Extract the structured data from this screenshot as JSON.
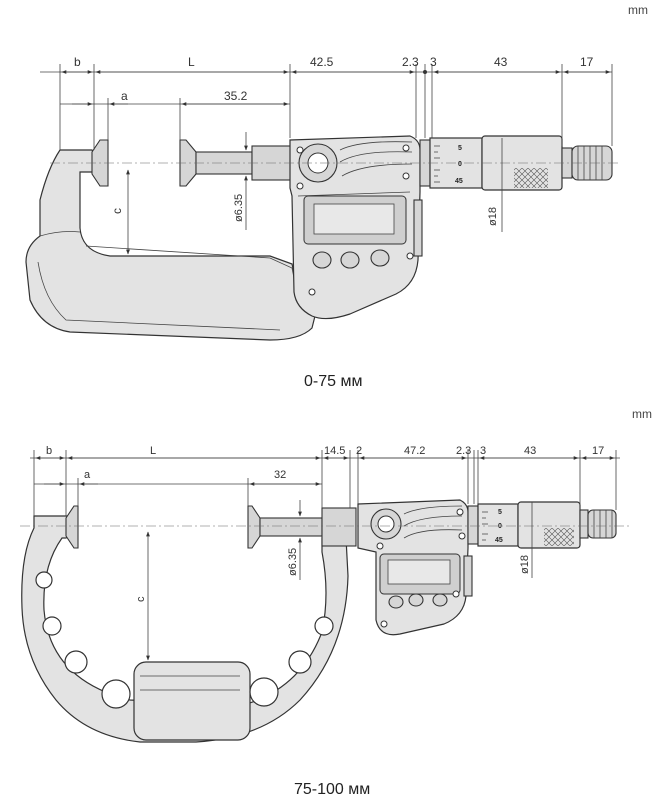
{
  "diagram_top": {
    "unit": "mm",
    "caption": "0-75 мм",
    "dims": {
      "b": "b",
      "L": "L",
      "d1": "42.5",
      "d2": "2.3",
      "d3": "3",
      "d4": "43",
      "d5": "17",
      "a": "a",
      "d6": "35.2",
      "c": "c",
      "spindle_dia": "ø6.35",
      "sleeve_dia": "ø18"
    },
    "thimble": [
      "5",
      "0",
      "45"
    ]
  },
  "diagram_bottom": {
    "unit": "mm",
    "caption": "75-100 мм",
    "dims": {
      "b": "b",
      "L": "L",
      "d1": "14.5",
      "d2": "2",
      "d3": "47.2",
      "d4": "2.3",
      "d5": "3",
      "d6": "43",
      "d7": "17",
      "a": "a",
      "d8": "32",
      "c": "c",
      "spindle_dia": "ø6.35",
      "sleeve_dia": "ø18"
    },
    "thimble": [
      "5",
      "0",
      "45"
    ]
  }
}
